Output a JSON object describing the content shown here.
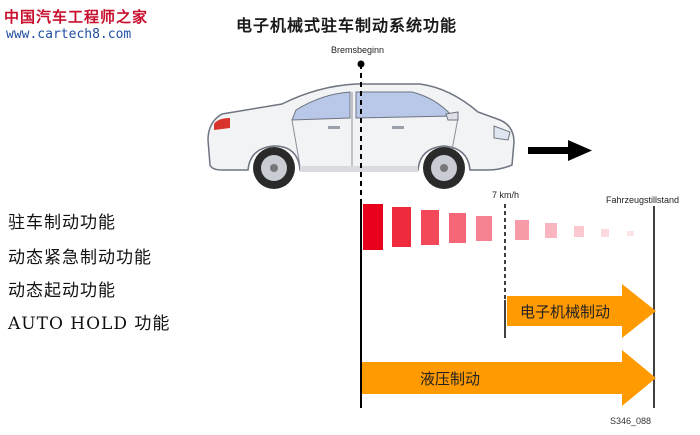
{
  "watermark": {
    "site_name": "中国汽车工程师之家",
    "url": "www.cartech8.com"
  },
  "title": "电子机械式驻车制动系统功能",
  "labels": {
    "brake_start": "Bremsbeginn",
    "speed_mark": "7 km/h",
    "standstill": "Fahrzeugstillstand"
  },
  "functions": [
    "驻车制动功能",
    "动态紧急制动功能",
    "动态起动功能",
    "AUTO HOLD 功能"
  ],
  "arrows": {
    "electromechanical": "电子机械制动",
    "hydraulic": "液压制动"
  },
  "figure_code": "S346_088",
  "colors": {
    "arrow_orange": "#ff9a00",
    "brake_red": "#e8001c",
    "car_body": "#f2f3f5"
  }
}
